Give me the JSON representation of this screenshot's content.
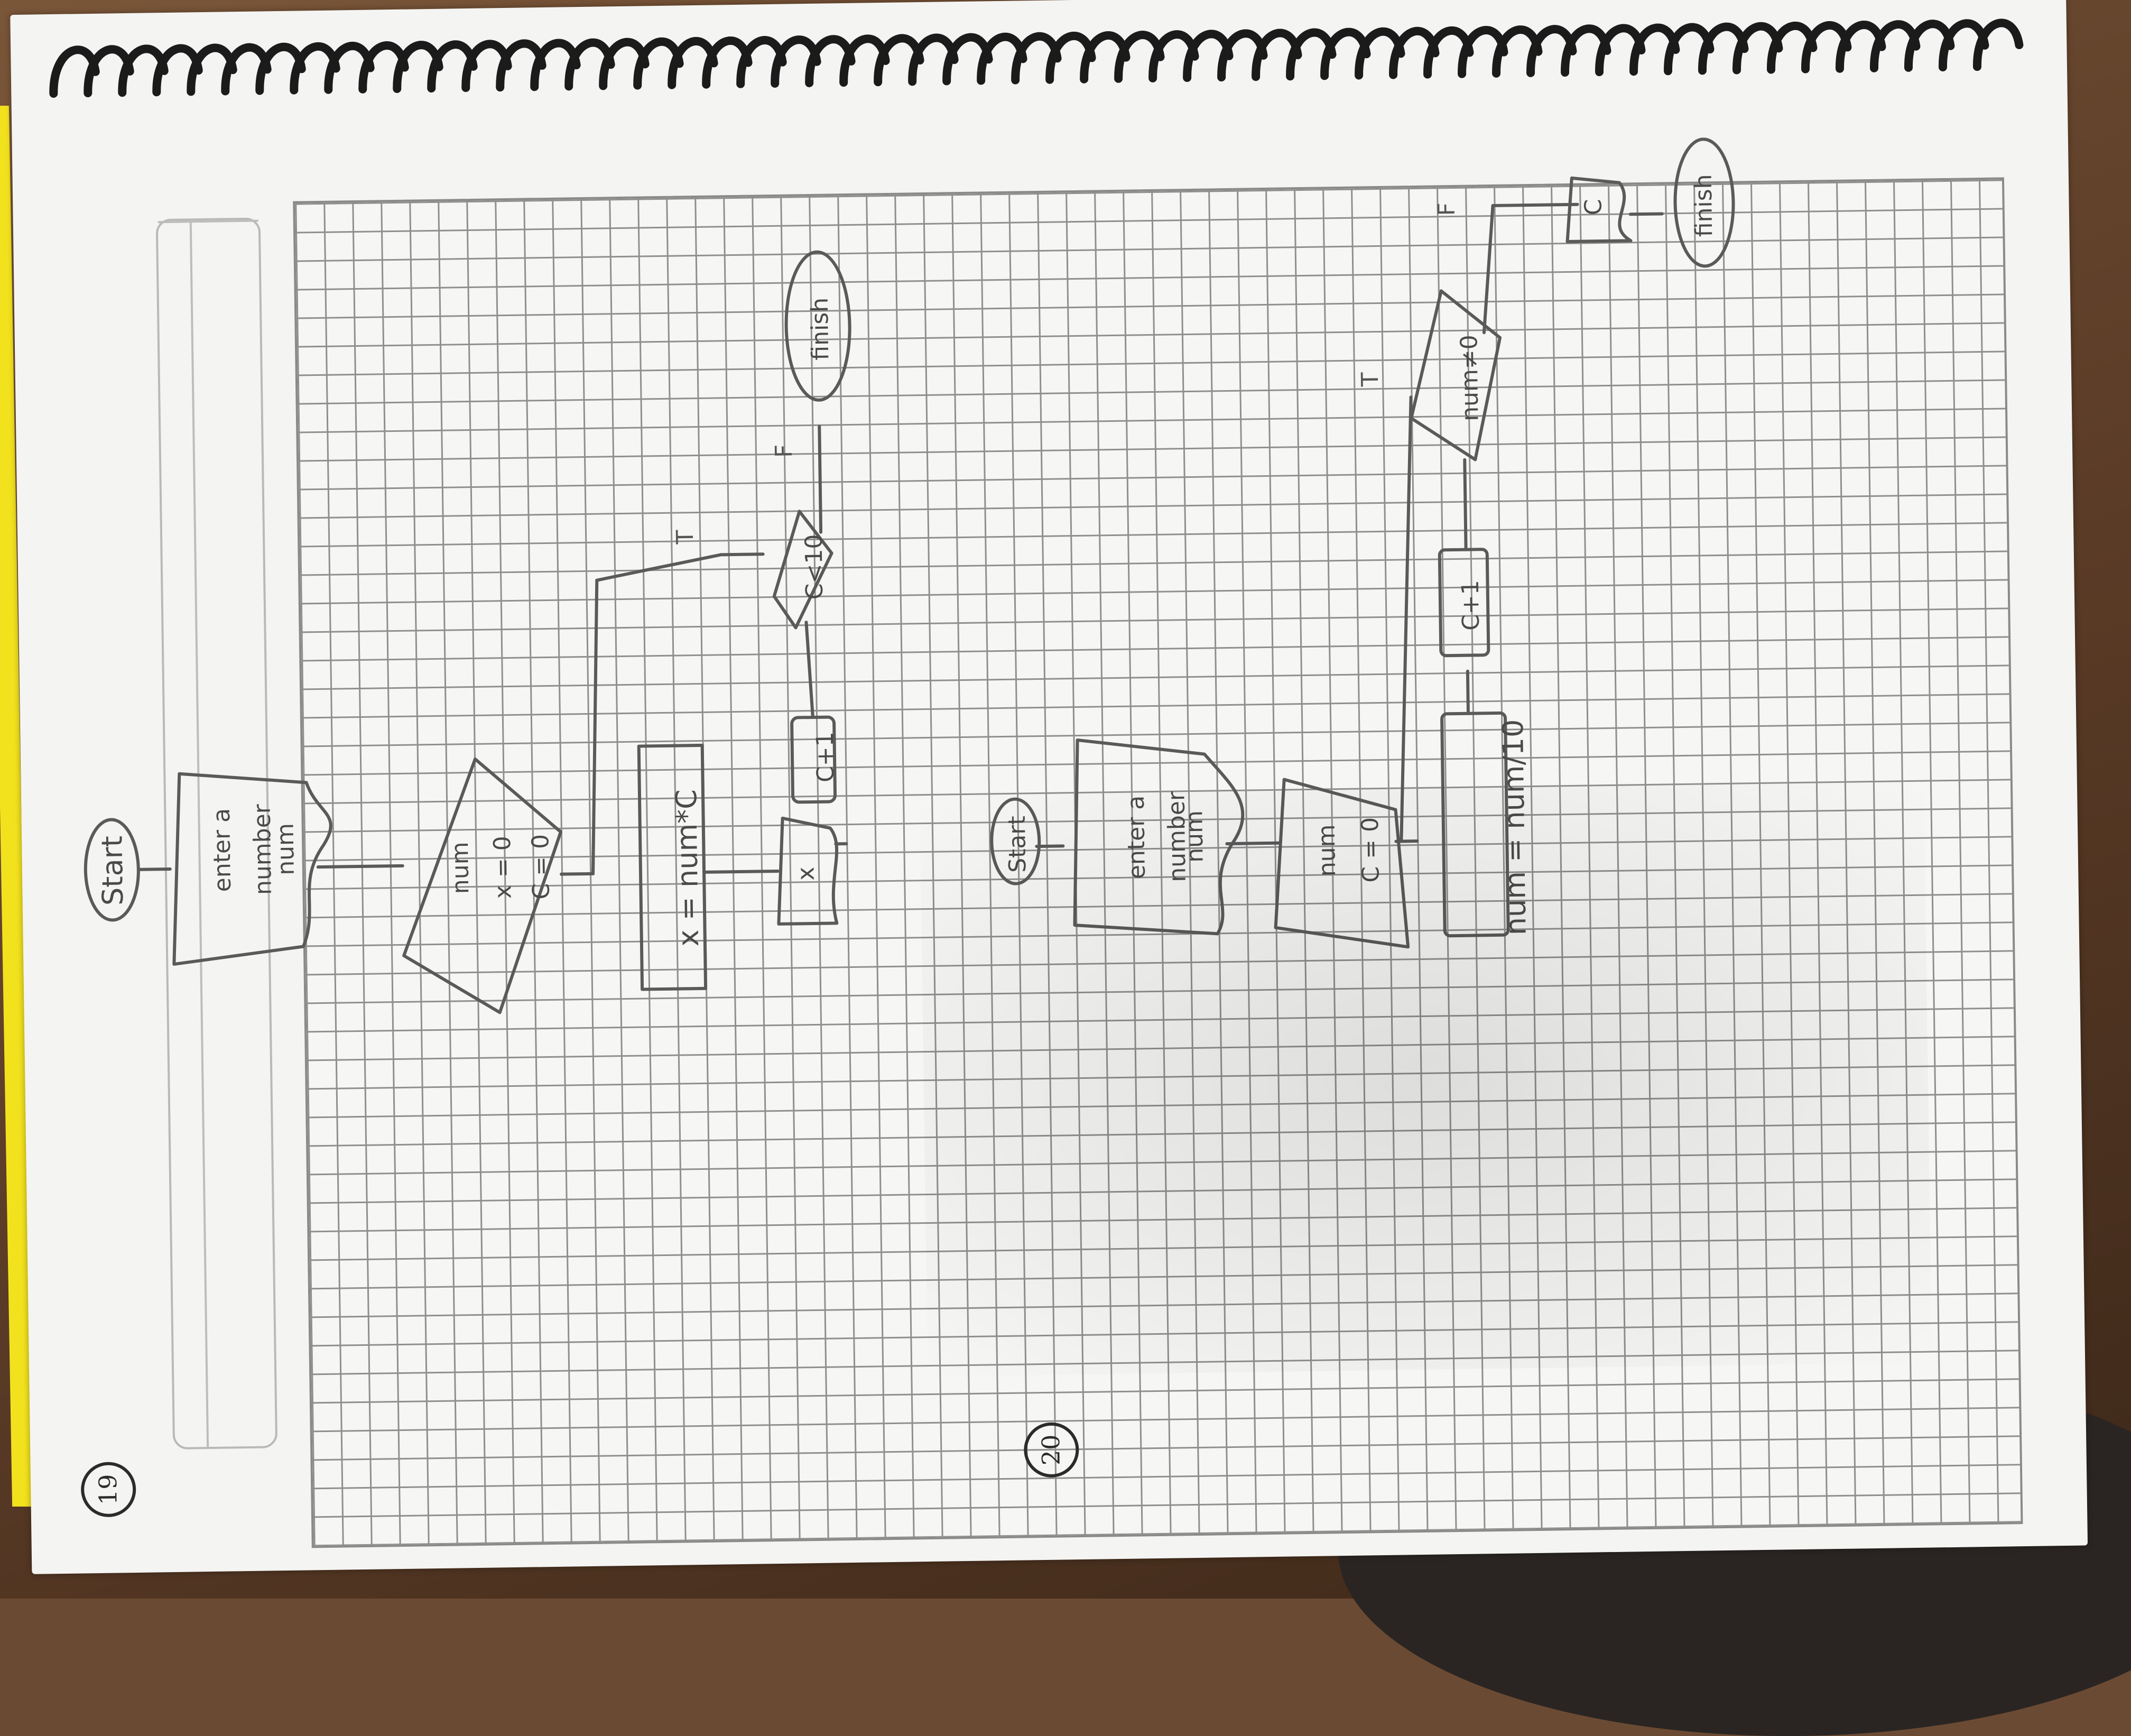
{
  "colors": {
    "ink": "#4a4a4a",
    "paper": "#f4f4f2",
    "grid": "#8f8f8f",
    "notebook_edge": "#f2e21e"
  },
  "problem19": {
    "number": "19",
    "start": "Start",
    "input_lines": [
      "enter a",
      "number",
      "num"
    ],
    "init_lines": [
      "num",
      "x = 0",
      "C = 0"
    ],
    "process": "x = num*C",
    "output": "x",
    "increment": "C+1",
    "decision": "C<10",
    "true_label": "T",
    "false_label": "F",
    "finish": "finish"
  },
  "problem20": {
    "number": "20",
    "start": "Start",
    "input_lines": [
      "enter a",
      "number",
      "num"
    ],
    "init_lines": [
      "num",
      "C = 0"
    ],
    "process": "num = num/10",
    "increment": "C+1",
    "decision": "num≠0",
    "true_label": "T",
    "false_label": "F",
    "output": "C",
    "finish": "finish"
  }
}
